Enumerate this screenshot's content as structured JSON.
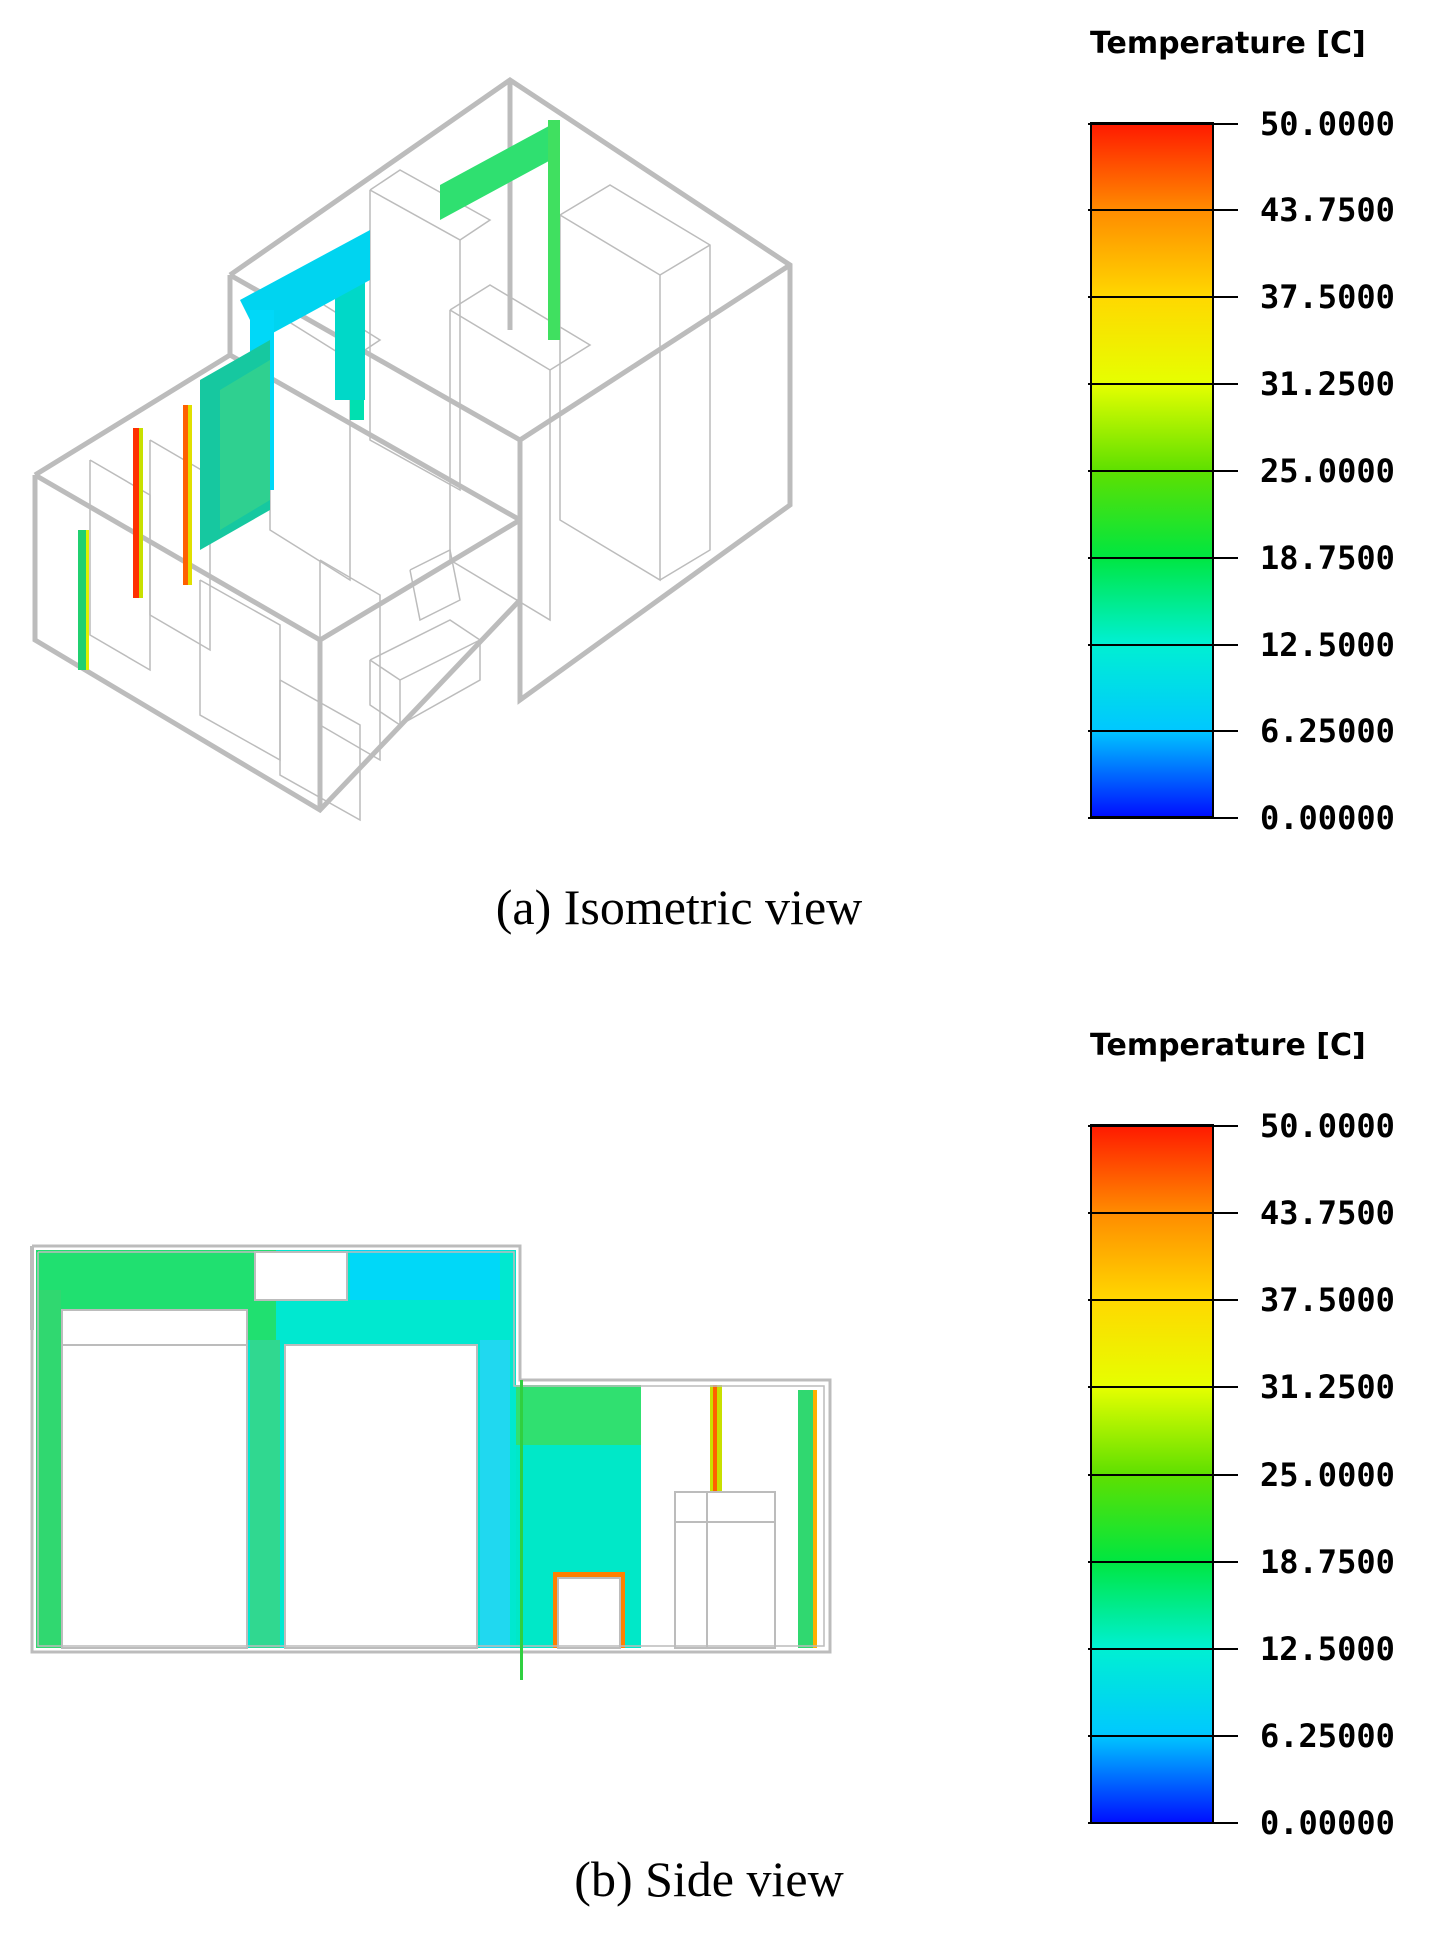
{
  "panels": [
    {
      "caption": "(a) Isometric view",
      "legend_title": "Temperature [C]",
      "ticks": [
        "50.0000",
        "43.7500",
        "37.5000",
        "31.2500",
        "25.0000",
        "18.7500",
        "12.5000",
        "6.25000",
        "0.00000"
      ]
    },
    {
      "caption": "(b) Side view",
      "legend_title": "Temperature [C]",
      "ticks": [
        "50.0000",
        "43.7500",
        "37.5000",
        "31.2500",
        "25.0000",
        "18.7500",
        "12.5000",
        "6.25000",
        "0.00000"
      ]
    }
  ],
  "colors": {
    "wireframe": "#bcbcbc",
    "hot": "#ff1a00",
    "warm": "#ffd800",
    "mild": "#5fe000",
    "cool": "#00e640",
    "cold": "#00f0d2",
    "frozen": "#00c8ff",
    "min": "#0010ff"
  }
}
